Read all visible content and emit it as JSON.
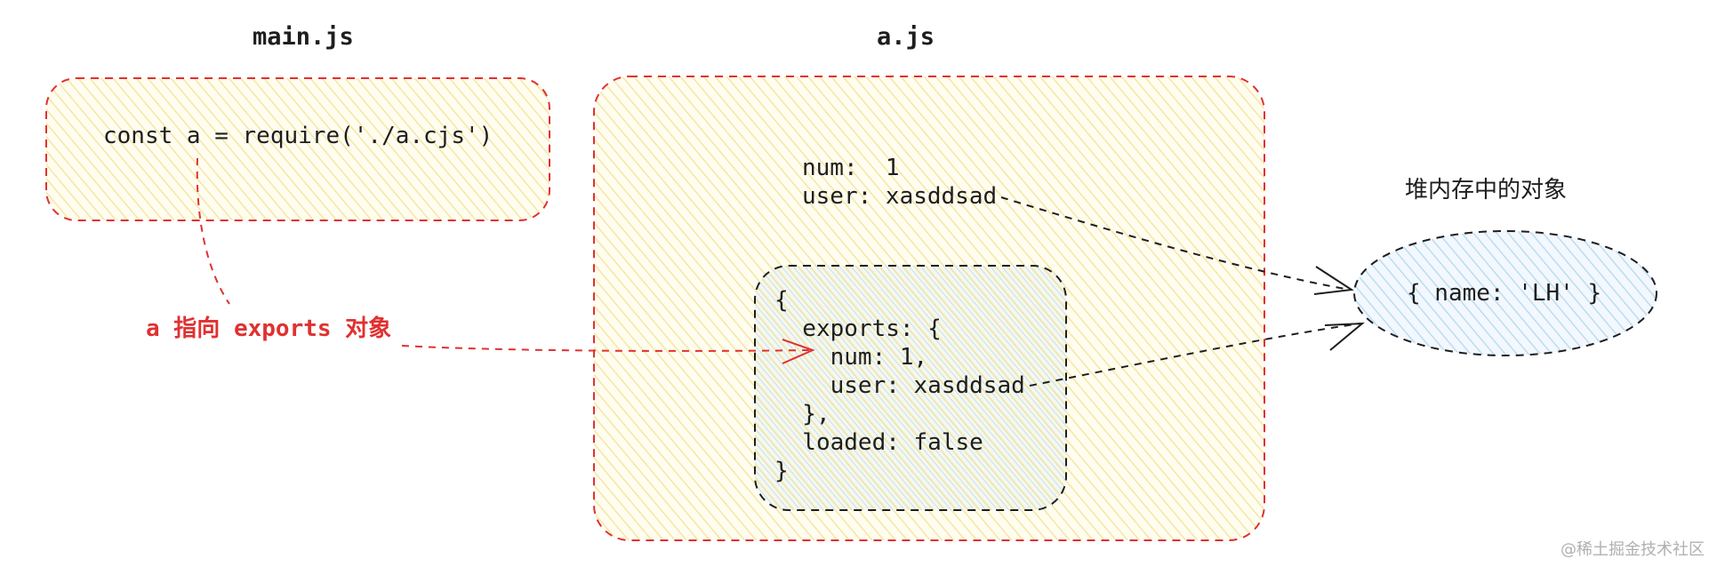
{
  "files": {
    "main_title": "main.js",
    "a_title": "a.js"
  },
  "main_js": {
    "code": "const a = require('./a.cjs')"
  },
  "a_js": {
    "line_num": "num:  1",
    "line_user": "user: xasddsad"
  },
  "module": {
    "lines": [
      "{",
      "  exports: {",
      "    num: 1,",
      "    user: xasddsad",
      "  },",
      "  loaded: false",
      "}"
    ]
  },
  "heap": {
    "label": "堆内存中的对象",
    "object": "{ name: 'LH' }"
  },
  "annotation": {
    "a_points_exports": "a 指向 exports 对象"
  },
  "watermark": "@稀土掘金技术社区",
  "colors": {
    "red_stroke": "#e03131",
    "yellow_fill": "#fff3bf",
    "blue_fill": "#a5d8ff",
    "dark_stroke": "#1e1e1e"
  }
}
